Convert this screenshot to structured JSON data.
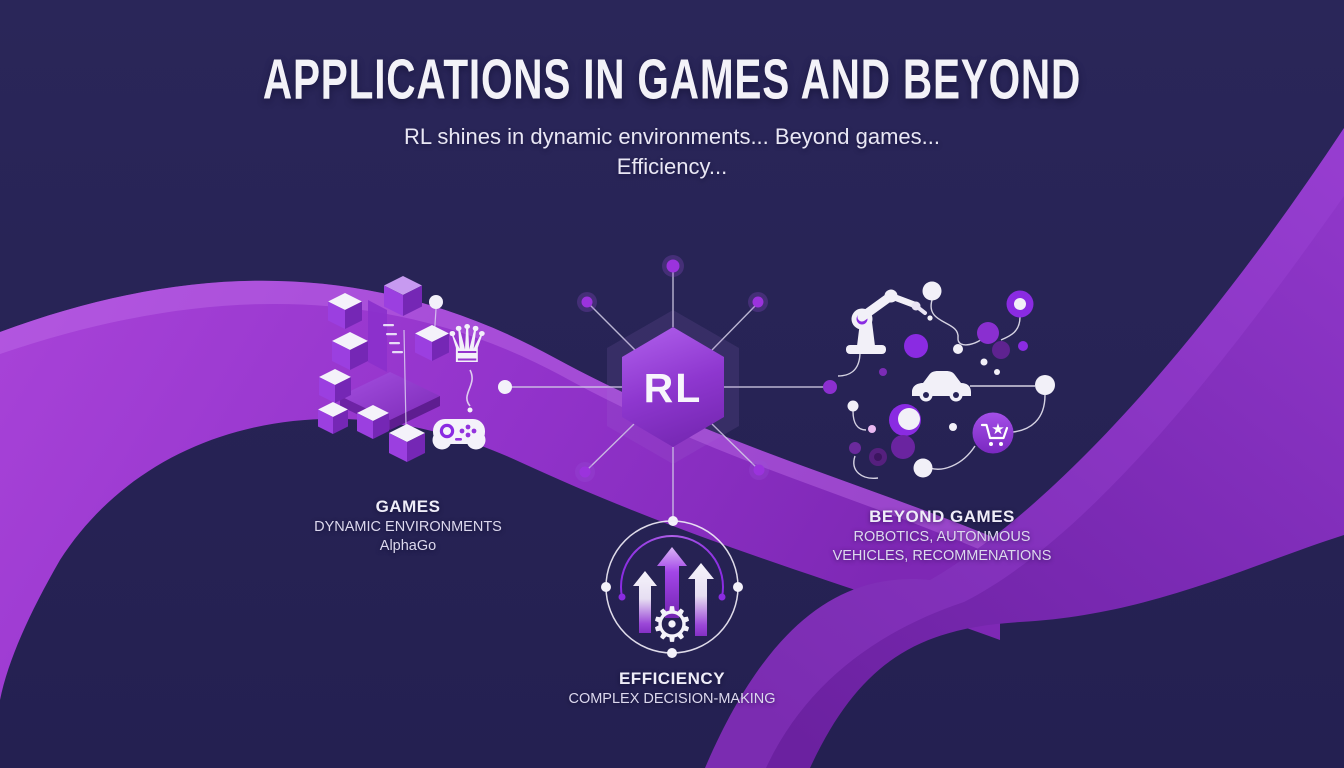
{
  "title": "APPLICATIONS IN GAMES AND BEYOND",
  "subtitle": {
    "line1": "RL shines in dynamic environments... Beyond games...",
    "line2": "Efficiency..."
  },
  "center": {
    "label": "RL"
  },
  "nodes": {
    "games": {
      "title": "GAMES",
      "line1": "DYNAMIC ENVIRONMENTS",
      "line2": "AlphaGo"
    },
    "beyond": {
      "title": "BEYOND GAMES",
      "line1": "ROBOTICS, AUTONMOUS",
      "line2": "VEHICLES, RECOMMENATIONS"
    },
    "efficiency": {
      "title": "EFFICIENCY",
      "line1": "COMPLEX DECISION-MAKING"
    }
  },
  "icons": {
    "chess_queen": "♛",
    "gear": "⚙",
    "star": "★"
  },
  "colors": {
    "background_navy": "#272357",
    "wave_purple_bright": "#a843d8",
    "wave_purple_deep": "#7e28b5",
    "swoosh_purple": "#8a33c4",
    "swoosh_purple_dark": "#6b21a0",
    "accent_purple": "#8a2be2",
    "hexagon_light": "#ab5ae8",
    "hexagon_dark": "#7527b2",
    "white": "#f3f1fa"
  }
}
